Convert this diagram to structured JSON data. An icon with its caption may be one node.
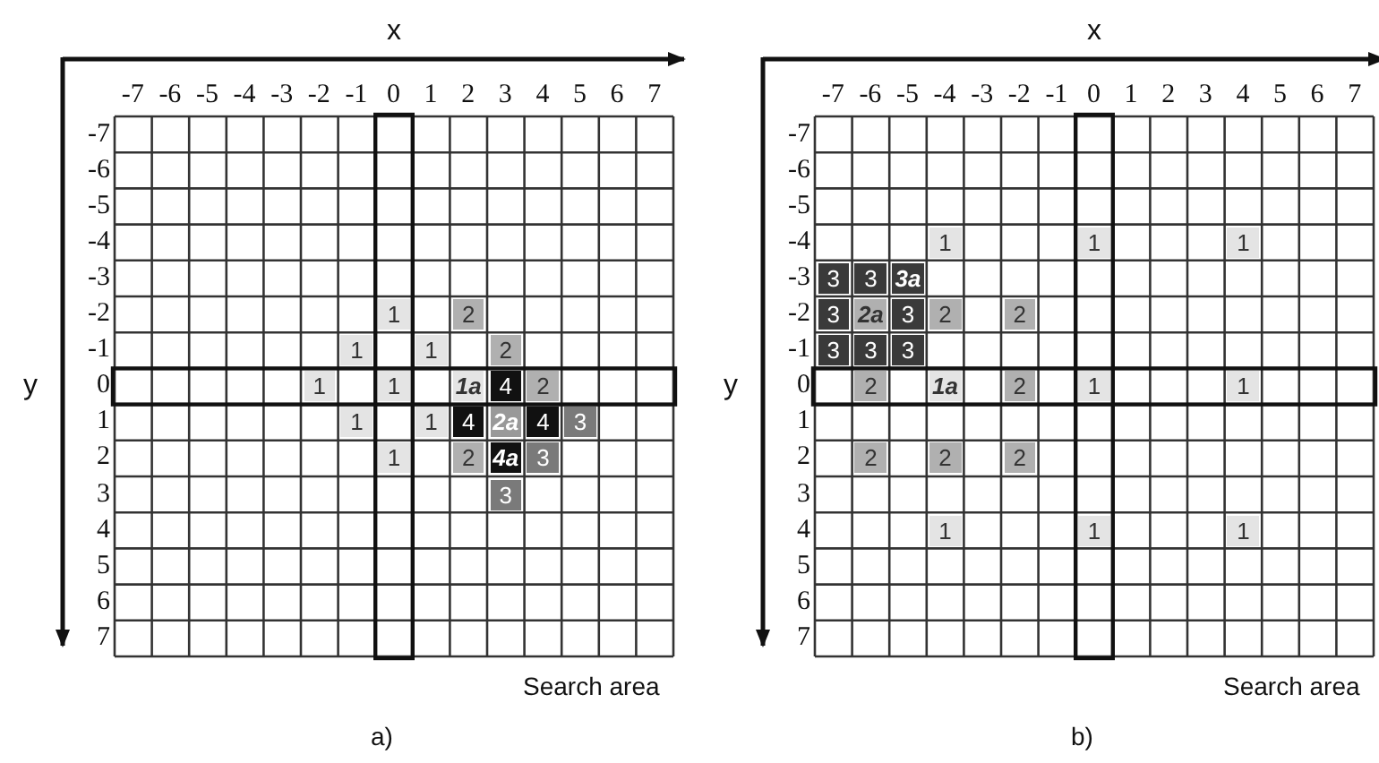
{
  "diagram": {
    "labels": [
      "x",
      "-7",
      "-6",
      "-5",
      "-4",
      "-3",
      "-2",
      "-1",
      "0",
      "1",
      "2",
      "3",
      "4",
      "5",
      "6",
      "7",
      "-7",
      "-6",
      "-5",
      "-4",
      "-3",
      "-2",
      "1",
      "2",
      "-1",
      "1",
      "1",
      "2",
      "y",
      "0",
      "1",
      "1",
      "1a",
      "4",
      "2",
      "1",
      "1",
      "1",
      "4",
      "2a",
      "4",
      "3",
      "2",
      "1",
      "2",
      "4a",
      "3",
      "3",
      "3",
      "4",
      "5",
      "6",
      "7",
      "Search area",
      "a)",
      "x",
      "-7",
      "-6",
      "-5",
      "-4",
      "-3",
      "-2",
      "-1",
      "0",
      "1",
      "2",
      "3",
      "4",
      "5",
      "6",
      "7",
      "-7",
      "-6",
      "-5",
      "-4",
      "1",
      "1",
      "1",
      "-3",
      "3",
      "3",
      "3a",
      "-2",
      "3",
      "2a",
      "3",
      "2",
      "2",
      "-1",
      "3",
      "3",
      "3",
      "y",
      "0",
      "2",
      "1a",
      "2",
      "1",
      "1",
      "1",
      "2",
      "2",
      "2",
      "2",
      "3",
      "4",
      "1",
      "1",
      "1",
      "5",
      "6",
      "7",
      "Search area",
      "b)"
    ]
  }
}
